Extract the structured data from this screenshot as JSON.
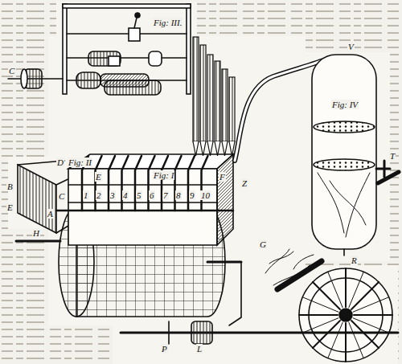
{
  "diagram": {
    "labels": [
      "Fig: III.",
      "C",
      "D",
      "Fig: II",
      "B",
      "E",
      "Fig: I",
      "E",
      "F",
      "C",
      "A",
      "1",
      "2",
      "3",
      "4",
      "5",
      "6",
      "7",
      "8",
      "9",
      "10",
      "Z",
      "V",
      "Fig: IV",
      "T",
      "R",
      "H",
      "L",
      "P",
      "G"
    ]
  }
}
